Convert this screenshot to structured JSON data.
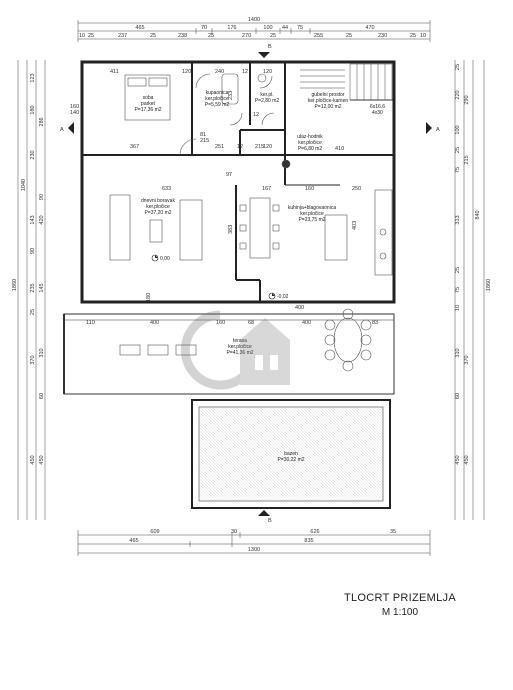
{
  "rooms": {
    "soba": [
      "soba",
      "parket",
      "P=17,36 m2"
    ],
    "kupaonica": [
      "kupaonica",
      "ker.pločice",
      "P=5,59 m2"
    ],
    "wc": [
      "ker.pl.",
      "P=2,80 m2"
    ],
    "gospodarski": [
      "gubelni prostor",
      "ker.pločice-kamen",
      "P=12,00 m2"
    ],
    "hodnik": [
      "ulaz-hodnik",
      "ker.pločice",
      "P=6,80 m2"
    ],
    "boravak": [
      "dnevni boravak",
      "ker.pločice",
      "P=37,20 m2"
    ],
    "kuhinja": [
      "kuhinja+blagovaonica",
      "ker.pločice",
      "P=23,75 m2"
    ],
    "terasa": [
      "terasa",
      "ker.pločice",
      "P=41,36 m2"
    ],
    "bazen": [
      "bazen",
      "P=30,22 m2"
    ]
  },
  "stair_note": [
    "6x16,6",
    "4x30"
  ],
  "levels": {
    "main": "0,00",
    "terrace": "-0,02"
  },
  "section_markers": {
    "a": "A",
    "b": "B"
  },
  "dims": {
    "top_total": "1400",
    "top_mid": [
      "465",
      "70",
      "176",
      "100",
      "44",
      "75",
      "470"
    ],
    "top_inner": [
      "10",
      "25",
      "237",
      "25",
      "238",
      "25",
      "270",
      "25",
      "255",
      "25",
      "230",
      "25",
      "10"
    ],
    "bottom_mid": [
      "609",
      "30",
      "626",
      "35"
    ],
    "bottom_inner": [
      "465",
      "835"
    ],
    "bottom_total": "1300",
    "left_total": "1860",
    "left_mid": [
      "1040"
    ],
    "left_inner": [
      "123",
      "180",
      "286",
      "230",
      "90",
      "143",
      "420",
      "90",
      "235",
      "145",
      "25",
      "310",
      "370",
      "60",
      "450",
      "450"
    ],
    "right_total": "1860",
    "right_mid": [
      "840"
    ],
    "right_inner": [
      "25",
      "220",
      "290",
      "100",
      "25",
      "215",
      "75",
      "313",
      "25",
      "75",
      "10",
      "310",
      "370",
      "60",
      "450",
      "450"
    ],
    "interior": [
      "411",
      "120",
      "240",
      "12",
      "160",
      "140",
      "233",
      "367",
      "251",
      "81",
      "215",
      "410",
      "97",
      "12",
      "633",
      "167",
      "160",
      "250",
      "383",
      "403",
      "180",
      "400",
      "110",
      "400",
      "160",
      "68",
      "400",
      "83",
      "215",
      "120",
      "120",
      "12"
    ]
  },
  "caption": {
    "title": "TLOCRT PRIZEMLJA",
    "scale": "M 1:100"
  }
}
